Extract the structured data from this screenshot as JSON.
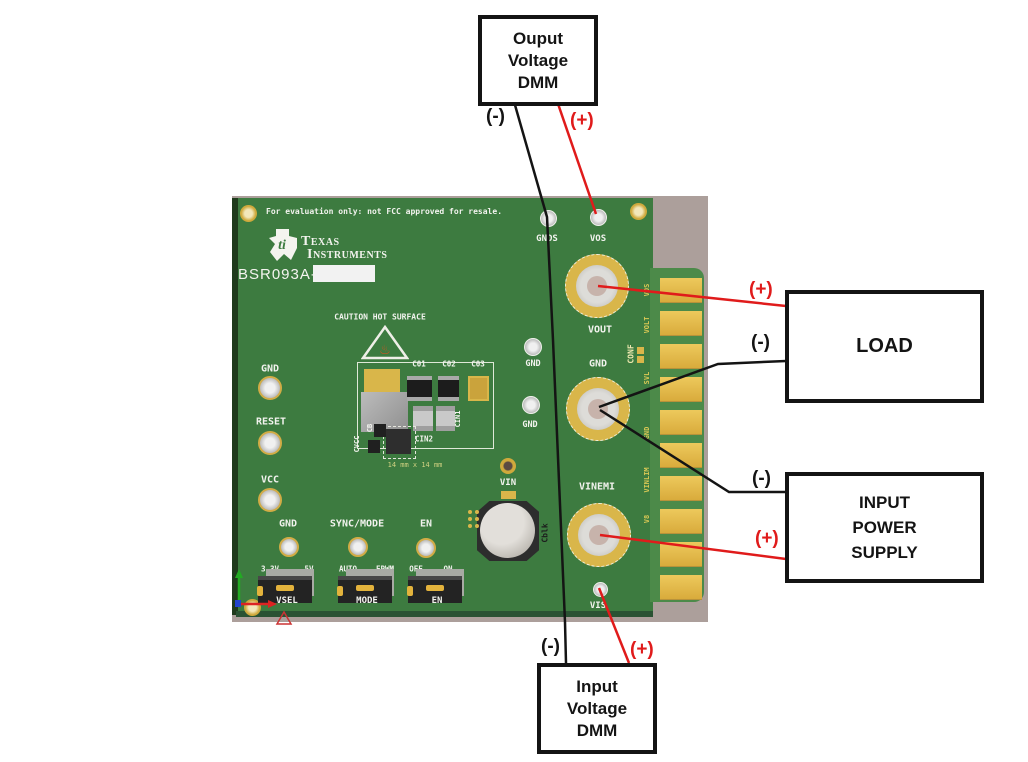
{
  "callouts": {
    "output_dmm": {
      "line1": "Ouput",
      "line2": "Voltage",
      "line3": "DMM"
    },
    "load": {
      "line1": "LOAD"
    },
    "input_power_supply": {
      "line1": "INPUT",
      "line2": "POWER",
      "line3": "SUPPLY"
    },
    "input_dmm": {
      "line1": "Input",
      "line2": "Voltage",
      "line3": "DMM"
    }
  },
  "polarity": {
    "plus": "(+)",
    "minus": "(-)"
  },
  "colors": {
    "wire_positive": "#e01b1b",
    "wire_negative": "#141414",
    "pcb_green": "#3d7b40",
    "connector_green": "#4c8a49",
    "gold": "#d9b64a",
    "photo_background": "#ac9f9b"
  },
  "pcb": {
    "disclaimer": "For evaluation only: not FCC approved for resale.",
    "logo_ti": "ti",
    "brand_line1": "Texas",
    "brand_line2": "Instruments",
    "board_id": "BSR093A-",
    "caution": "CAUTION HOT SURFACE",
    "hot_icon": "♨",
    "size_note": "14 mm x 14 mm",
    "labels": {
      "gnds": "GNDS",
      "vos": "VOS",
      "vout": "VOUT",
      "gnd_jack": "GND",
      "vinemi": "VINEMI",
      "vis": "VIS",
      "gnd_mid1": "GND",
      "gnd_mid2": "GND",
      "gnd_left": "GND",
      "reset": "RESET",
      "vcc": "VCC",
      "gnd_bot": "GND",
      "sync_mode": "SYNC/MODE",
      "en": "EN",
      "vin": "VIN",
      "cblk": "Cblk",
      "conf": "CONF",
      "c01": "C01",
      "c02": "C02",
      "c03": "C03",
      "cin1": "CIN1",
      "cin2": "CIN2",
      "cb": "CB",
      "cvcc": "CVCC"
    },
    "jumpers": [
      {
        "name": "VSEL",
        "opt_left": "3.3V",
        "opt_right": "5V"
      },
      {
        "name": "MODE",
        "opt_left": "AUTO",
        "opt_right": "FPWM"
      },
      {
        "name": "EN",
        "opt_left": "OFF",
        "opt_right": "ON"
      }
    ],
    "edge_labels": [
      "VOS",
      "VOLT",
      "SVL",
      "GND",
      "VINLIM",
      "V8"
    ]
  }
}
